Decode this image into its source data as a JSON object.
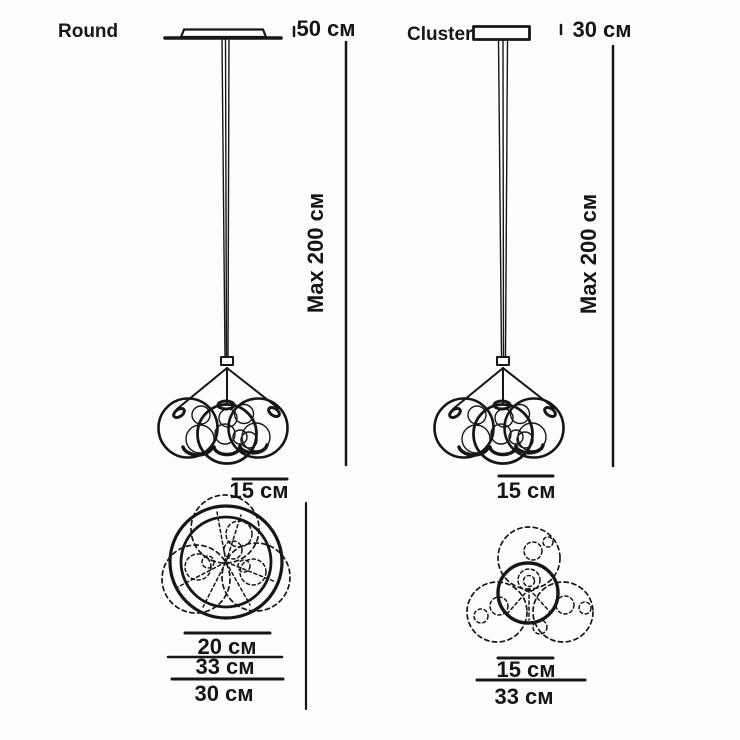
{
  "colors": {
    "ink": "#161616",
    "background": "#fdfdfd"
  },
  "fixtures": [
    {
      "label": "Round",
      "canopy_width": "50 см",
      "max_drop": "Max 200 см",
      "globe_diameter": "15 см",
      "top_view_dimensions": [
        "20 см",
        "33 см",
        "30 см"
      ]
    },
    {
      "label": "Cluster",
      "canopy_width": "30 см",
      "max_drop": "Max 200 см",
      "globe_diameter": "15 см",
      "top_view_dimensions": [
        "15 см",
        "33 см"
      ]
    }
  ]
}
